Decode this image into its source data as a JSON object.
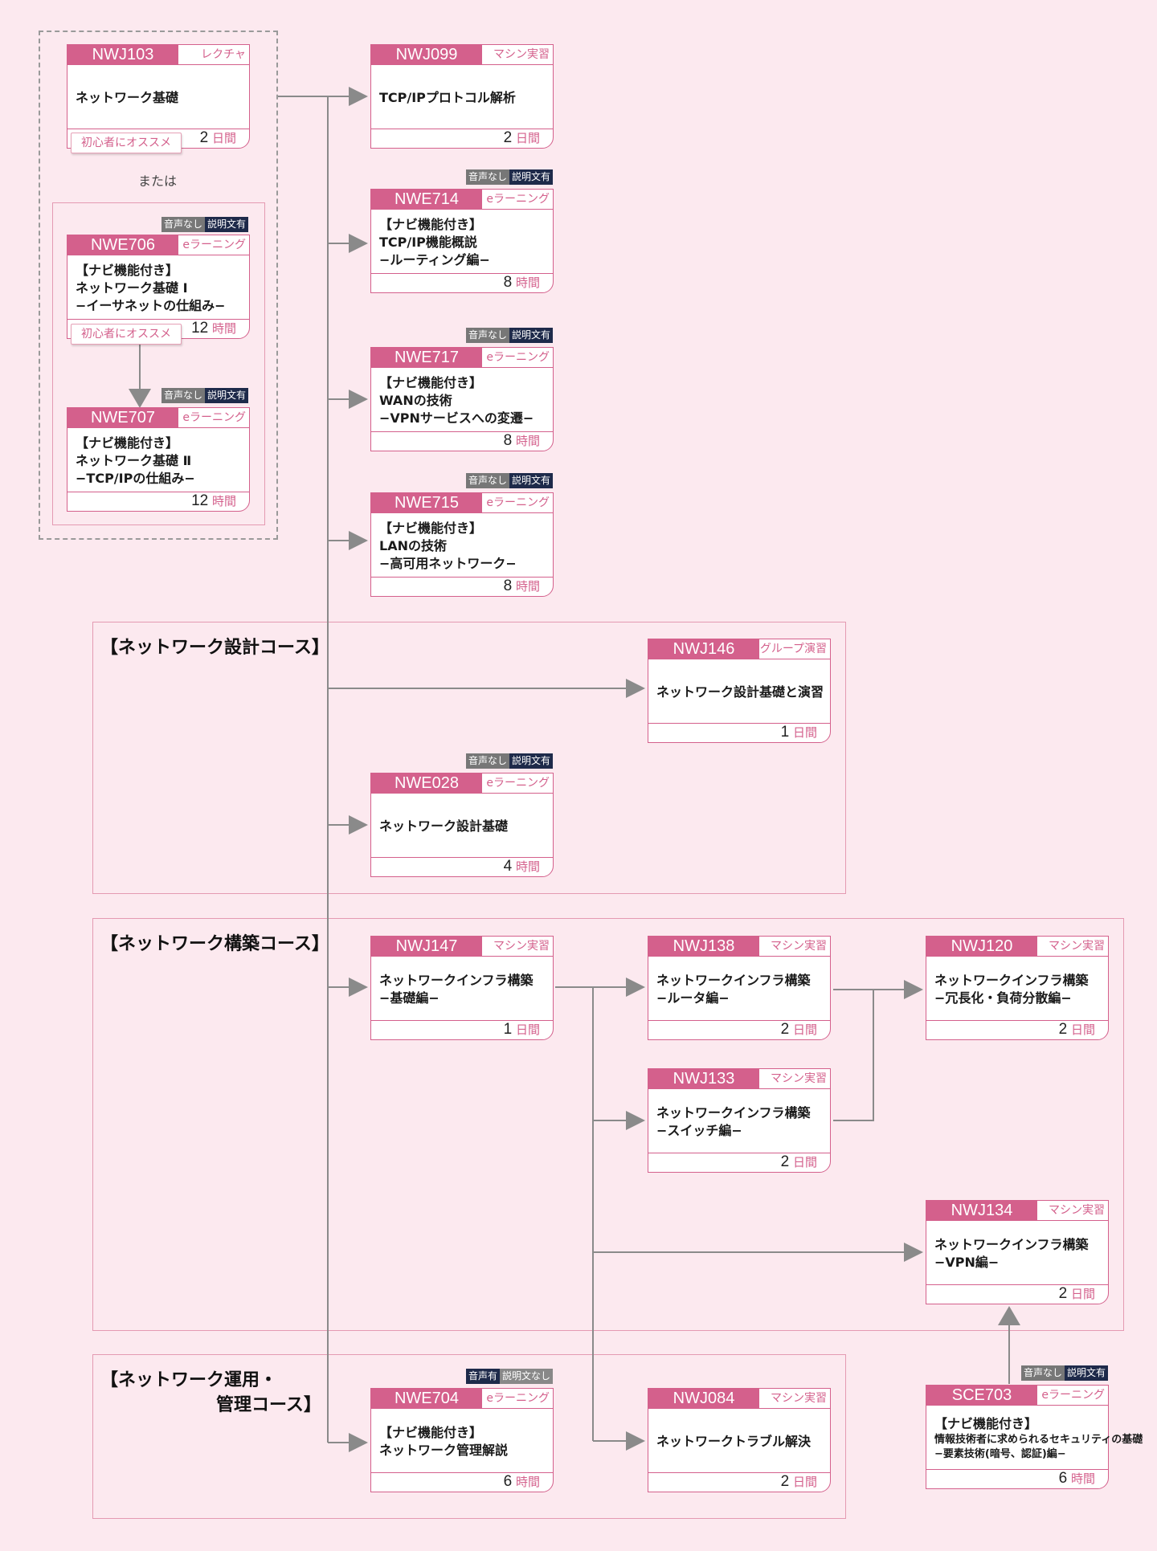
{
  "intro": {
    "or_text": "または",
    "recommend": "初心者にオススメ"
  },
  "tags": {
    "no_audio": "音声なし",
    "with_text": "説明文有",
    "with_audio": "音声有",
    "no_text": "説明文なし"
  },
  "sections": {
    "design": "【ネットワーク設計コース】",
    "build": "【ネットワーク構築コース】",
    "ops_line1": "【ネットワーク運用・",
    "ops_line2": "管理コース】"
  },
  "courses": {
    "NWJ103": {
      "code": "NWJ103",
      "type": "レクチャ",
      "lines": [
        "ネットワーク基礎"
      ],
      "dur_num": "2",
      "dur_unit": "日間"
    },
    "NWE706": {
      "code": "NWE706",
      "type": "eラーニング",
      "lines": [
        "【ナビ機能付き】",
        "ネットワーク基礎 Ⅰ",
        "−イーサネットの仕組み−"
      ],
      "dur_num": "12",
      "dur_unit": "時間"
    },
    "NWE707": {
      "code": "NWE707",
      "type": "eラーニング",
      "lines": [
        "【ナビ機能付き】",
        "ネットワーク基礎 Ⅱ",
        "−TCP/IPの仕組み−"
      ],
      "dur_num": "12",
      "dur_unit": "時間"
    },
    "NWJ099": {
      "code": "NWJ099",
      "type": "マシン実習",
      "lines": [
        "TCP/IPプロトコル解析"
      ],
      "dur_num": "2",
      "dur_unit": "日間"
    },
    "NWE714": {
      "code": "NWE714",
      "type": "eラーニング",
      "lines": [
        "【ナビ機能付き】",
        "TCP/IP機能概説",
        "−ルーティング編−"
      ],
      "dur_num": "8",
      "dur_unit": "時間"
    },
    "NWE717": {
      "code": "NWE717",
      "type": "eラーニング",
      "lines": [
        "【ナビ機能付き】",
        "WANの技術",
        "−VPNサービスへの変遷−"
      ],
      "dur_num": "8",
      "dur_unit": "時間"
    },
    "NWE715": {
      "code": "NWE715",
      "type": "eラーニング",
      "lines": [
        "【ナビ機能付き】",
        "LANの技術",
        "−高可用ネットワーク−"
      ],
      "dur_num": "8",
      "dur_unit": "時間"
    },
    "NWJ146": {
      "code": "NWJ146",
      "type": "グループ演習",
      "lines": [
        "ネットワーク設計基礎と演習"
      ],
      "dur_num": "1",
      "dur_unit": "日間"
    },
    "NWE028": {
      "code": "NWE028",
      "type": "eラーニング",
      "lines": [
        "ネットワーク設計基礎"
      ],
      "dur_num": "4",
      "dur_unit": "時間"
    },
    "NWJ147": {
      "code": "NWJ147",
      "type": "マシン実習",
      "lines": [
        "ネットワークインフラ構築",
        "−基礎編−"
      ],
      "dur_num": "1",
      "dur_unit": "日間"
    },
    "NWJ138": {
      "code": "NWJ138",
      "type": "マシン実習",
      "lines": [
        "ネットワークインフラ構築",
        "−ルータ編−"
      ],
      "dur_num": "2",
      "dur_unit": "日間"
    },
    "NWJ120": {
      "code": "NWJ120",
      "type": "マシン実習",
      "lines": [
        "ネットワークインフラ構築",
        "−冗長化・負荷分散編−"
      ],
      "dur_num": "2",
      "dur_unit": "日間"
    },
    "NWJ133": {
      "code": "NWJ133",
      "type": "マシン実習",
      "lines": [
        "ネットワークインフラ構築",
        "−スイッチ編−"
      ],
      "dur_num": "2",
      "dur_unit": "日間"
    },
    "NWJ134": {
      "code": "NWJ134",
      "type": "マシン実習",
      "lines": [
        "ネットワークインフラ構築",
        "−VPN編−"
      ],
      "dur_num": "2",
      "dur_unit": "日間"
    },
    "NWE704": {
      "code": "NWE704",
      "type": "eラーニング",
      "lines": [
        "【ナビ機能付き】",
        "ネットワーク管理解説"
      ],
      "dur_num": "6",
      "dur_unit": "時間"
    },
    "NWJ084": {
      "code": "NWJ084",
      "type": "マシン実習",
      "lines": [
        "ネットワークトラブル解決"
      ],
      "dur_num": "2",
      "dur_unit": "日間"
    },
    "SCE703": {
      "code": "SCE703",
      "type": "eラーニング",
      "lines": [
        "【ナビ機能付き】",
        "情報技術者に求められるセキュリティの基礎",
        "−要素技術(暗号、認証)編−"
      ],
      "dur_num": "6",
      "dur_unit": "時間"
    }
  },
  "colors": {
    "accent": "#d4608c",
    "background": "#fce9ef",
    "connector": "#8a8a8a",
    "tag_dark": "#1e2a4a",
    "tag_gray": "#777777"
  }
}
